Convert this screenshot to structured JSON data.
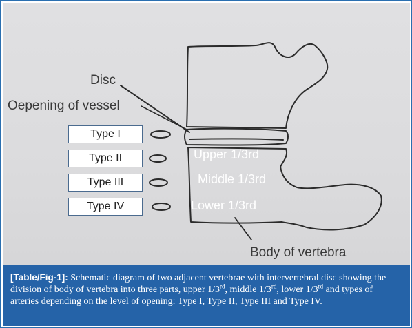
{
  "labels": {
    "disc": "Disc",
    "opening": "Oepening of vessel",
    "upper": "Upper 1/3rd",
    "middle": "Middle 1/3rd",
    "lower": "Lower 1/3rd",
    "body": "Body of vertebra"
  },
  "types": [
    "Type I",
    "Type II",
    "Type III",
    "Type IV"
  ],
  "caption": {
    "tag": "[Table/Fig-1]:",
    "p1": " Schematic diagram of two adjacent vertebrae with intervertebral disc showing the division of body of vertebra into three parts, upper 1/3",
    "s1": "rd",
    "p2": ", middle 1/3",
    "s2": "rd",
    "p3": ", lower 1/3",
    "s3": "rd",
    "p4": " and types of arteries depending on the level of opening: Type I, Type II, Type III and Type IV."
  },
  "colors": {
    "caption_bg": "#2563a8",
    "border": "#2a6fb0",
    "ink": "#2b2b2b"
  }
}
